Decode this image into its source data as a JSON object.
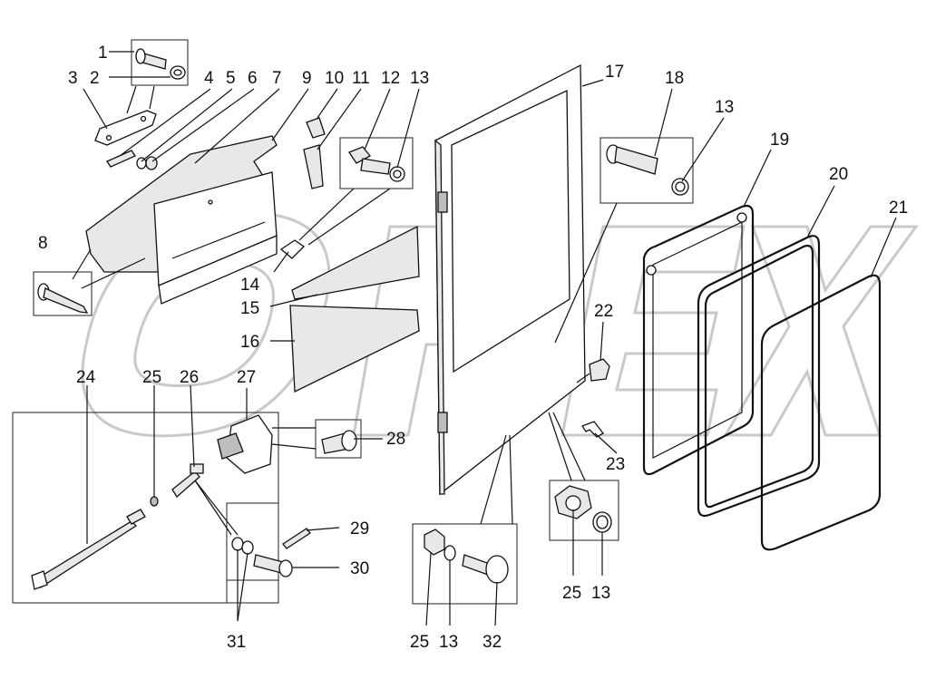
{
  "parts": [
    {
      "id": "p1",
      "text": "1"
    },
    {
      "id": "p2",
      "text": "2"
    },
    {
      "id": "p3",
      "text": "3"
    },
    {
      "id": "p4",
      "text": "4"
    },
    {
      "id": "p5",
      "text": "5"
    },
    {
      "id": "p6",
      "text": "6"
    },
    {
      "id": "p7",
      "text": "7"
    },
    {
      "id": "p8",
      "text": "8"
    },
    {
      "id": "p9",
      "text": "9"
    },
    {
      "id": "p10",
      "text": "10"
    },
    {
      "id": "p11",
      "text": "11"
    },
    {
      "id": "p12",
      "text": "12"
    },
    {
      "id": "p13a",
      "text": "13"
    },
    {
      "id": "p13b",
      "text": "13"
    },
    {
      "id": "p13c",
      "text": "13"
    },
    {
      "id": "p13d",
      "text": "13"
    },
    {
      "id": "p14",
      "text": "14"
    },
    {
      "id": "p15",
      "text": "15"
    },
    {
      "id": "p16",
      "text": "16"
    },
    {
      "id": "p17",
      "text": "17"
    },
    {
      "id": "p18",
      "text": "18"
    },
    {
      "id": "p19",
      "text": "19"
    },
    {
      "id": "p20",
      "text": "20"
    },
    {
      "id": "p21",
      "text": "21"
    },
    {
      "id": "p22",
      "text": "22"
    },
    {
      "id": "p23",
      "text": "23"
    },
    {
      "id": "p24",
      "text": "24"
    },
    {
      "id": "p25a",
      "text": "25"
    },
    {
      "id": "p25b",
      "text": "25"
    },
    {
      "id": "p25c",
      "text": "25"
    },
    {
      "id": "p26",
      "text": "26"
    },
    {
      "id": "p27",
      "text": "27"
    },
    {
      "id": "p28",
      "text": "28"
    },
    {
      "id": "p29",
      "text": "29"
    },
    {
      "id": "p30",
      "text": "30"
    },
    {
      "id": "p31",
      "text": "31"
    },
    {
      "id": "p32",
      "text": "32"
    }
  ],
  "watermark": {
    "text": "OPEX"
  }
}
